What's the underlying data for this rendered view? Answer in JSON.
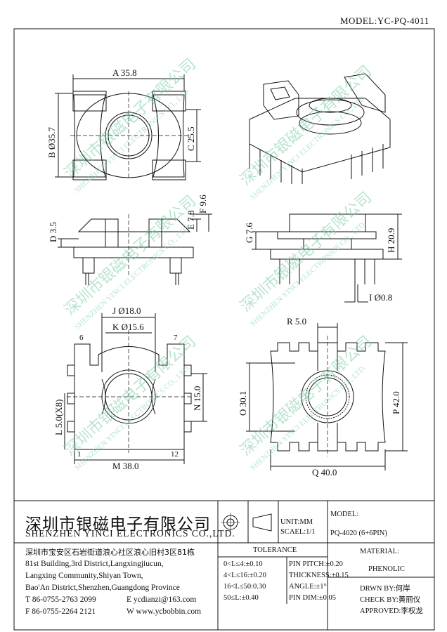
{
  "header": {
    "model": "MODEL:YC-PQ-4011"
  },
  "dimensions": {
    "a": "A 35.8",
    "b": "B Ø35.7",
    "c": "C 25.5",
    "d": "D 3.5",
    "e": "E 7.8",
    "f": "F 9.6",
    "g": "G 7.6",
    "h": "H 20.9",
    "i": "I Ø0.8",
    "j": "J Ø18.0",
    "k": "K Ø15.6",
    "l": "L 5.0(X8)",
    "m": "M 38.0",
    "n": "N 15.0",
    "o": "O 30.1",
    "p": "P 42.0",
    "q": "Q 40.0",
    "r": "R 5.0"
  },
  "pin_labels": {
    "p6": "6",
    "p7": "7",
    "p1": "1",
    "p12": "12"
  },
  "watermark": {
    "cn": "深圳市银磁电子有限公司",
    "en": "SHENZHEN YINCI ELECTRONICS CO., LTD."
  },
  "title_block": {
    "company_cn": "深圳市银磁电子有限公司",
    "company_en": "SHENZHEN YINCI ELECTRONICS CO.,LTD.",
    "address": [
      "深圳市宝安区石岩街道浪心社区浪心旧村3区81栋",
      "81st Building,3rd District,Langxingjiucun,",
      "Langxing Community,Shiyan Town,",
      "Bao'An District,Shenzhen,Guangdong Province"
    ],
    "tel": "T 86-0755-2763 2099",
    "email": "E ycdianzi@163.com",
    "fax": "F 86-0755-2264 2121",
    "web": "W www.ycbobbin.com",
    "unit": "UNIT:MM",
    "scale": "SCAEL:1/1",
    "model_label": "MODEL:",
    "model_value": "PQ-4020 (6+6PIN)",
    "tolerance_title": "TOLERANCE",
    "tolerance_left": [
      "0<L≤4:±0.10",
      "4<L≤16:±0.20",
      "16<L≤50:0.30",
      "50≤L:±0.40"
    ],
    "tolerance_right": [
      "PIN PITCH:±0.20",
      "THICKNESS:±0.15",
      "ANGLE:±1°",
      "PIN DIM:±0.05"
    ],
    "material_label": "MATERIAL:",
    "material_value": "PHENOLIC",
    "drawn_by": "DRWN BY:何岸",
    "check_by": "CHECK BY:黄丽仪",
    "approved": "APPROVED:李权龙"
  }
}
